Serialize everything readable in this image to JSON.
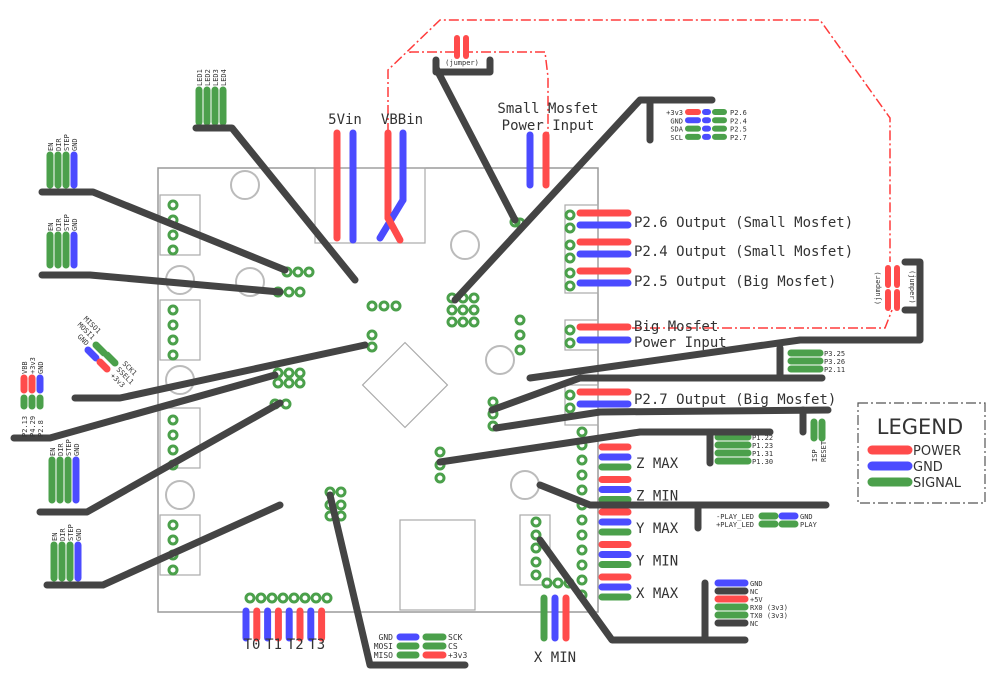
{
  "colors": {
    "power": "#ff4b4b",
    "gnd": "#4b4bff",
    "signal": "#4ba04b",
    "nc": "#444444",
    "leader": "#444444",
    "board": "#9a9a9a",
    "jumper_trace": "#ff3b3b"
  },
  "legend": {
    "title": "LEGEND",
    "items": [
      {
        "label": "POWER",
        "type": "power"
      },
      {
        "label": "GND",
        "type": "gnd"
      },
      {
        "label": "SIGNAL",
        "type": "signal"
      }
    ]
  },
  "power_inputs": {
    "v5_label": "5Vin",
    "vbb_label": "VBBin",
    "small_mosfet_label_1": "Small Mosfet",
    "small_mosfet_label_2": "Power Input",
    "big_mosfet_label_1": "Big Mosfet",
    "big_mosfet_label_2": "Power Input"
  },
  "jumper_label": "(jumper)",
  "outputs": [
    {
      "label": "P2.6 Output (Small Mosfet)"
    },
    {
      "label": "P2.4 Output (Small Mosfet)"
    },
    {
      "label": "P2.5 Output (Big Mosfet)"
    },
    {
      "label": "P2.7 Output (Big Mosfet)"
    }
  ],
  "leds": [
    "LED1",
    "LED2",
    "LED3",
    "LED4"
  ],
  "stepper_pins": [
    {
      "label": "EN",
      "type": "signal"
    },
    {
      "label": "DIR",
      "type": "signal"
    },
    {
      "label": "STEP",
      "type": "signal"
    },
    {
      "label": "GND",
      "type": "gnd"
    }
  ],
  "aux_power": {
    "top": [
      {
        "label": "VBB",
        "type": "power"
      },
      {
        "label": "+3v3",
        "type": "power"
      },
      {
        "label": "GND",
        "type": "gnd"
      }
    ],
    "bottom": [
      "P2.13",
      "P4.29",
      "P2.8"
    ]
  },
  "spi1": {
    "left": [
      "MISO1",
      "MOSI1",
      "GND"
    ],
    "right": [
      "+3v3",
      "SSEL1",
      "SCK1"
    ]
  },
  "i2c": {
    "left": [
      {
        "label": "+3v3",
        "types": [
          "power",
          "gnd",
          "signal"
        ]
      },
      {
        "label": "GND",
        "types": [
          "gnd",
          "gnd",
          "signal"
        ]
      },
      {
        "label": "SDA",
        "types": [
          "signal",
          "gnd",
          "signal"
        ]
      },
      {
        "label": "SCL",
        "types": [
          "signal",
          "gnd",
          "signal"
        ]
      }
    ],
    "right": [
      "P2.6",
      "P2.4",
      "P2.5",
      "P2.7"
    ]
  },
  "gpio_p3": [
    "P3.25",
    "P3.26",
    "P2.11"
  ],
  "gpio_p1": [
    "P1.22",
    "P1.23",
    "P1.31",
    "P1.30"
  ],
  "isp": [
    "ISP",
    "RESET"
  ],
  "endstops": [
    "Z MAX",
    "Z MIN",
    "Y MAX",
    "Y MIN",
    "X MAX"
  ],
  "x_min": "X MIN",
  "play_led": {
    "left": [
      "-PLAY_LED",
      "+PLAY_LED"
    ],
    "right": [
      "GND",
      "PLAY"
    ]
  },
  "uart": [
    {
      "label": "GND",
      "type": "gnd"
    },
    {
      "label": "NC",
      "type": "nc"
    },
    {
      "label": "+5V",
      "type": "power"
    },
    {
      "label": "RX0 (3v3)",
      "type": "signal"
    },
    {
      "label": "TX0 (3v3)",
      "type": "signal"
    },
    {
      "label": "NC",
      "type": "nc"
    }
  ],
  "thermistors": [
    "T0",
    "T1",
    "T2",
    "T3"
  ],
  "spi0": {
    "left": [
      {
        "label": "GND",
        "type": "gnd"
      },
      {
        "label": "MOSI",
        "type": "signal"
      },
      {
        "label": "MISO",
        "type": "signal"
      }
    ],
    "right": [
      {
        "label": "SCK",
        "type": "signal"
      },
      {
        "label": "CS",
        "type": "signal"
      },
      {
        "label": "+3v3",
        "type": "power"
      }
    ]
  }
}
